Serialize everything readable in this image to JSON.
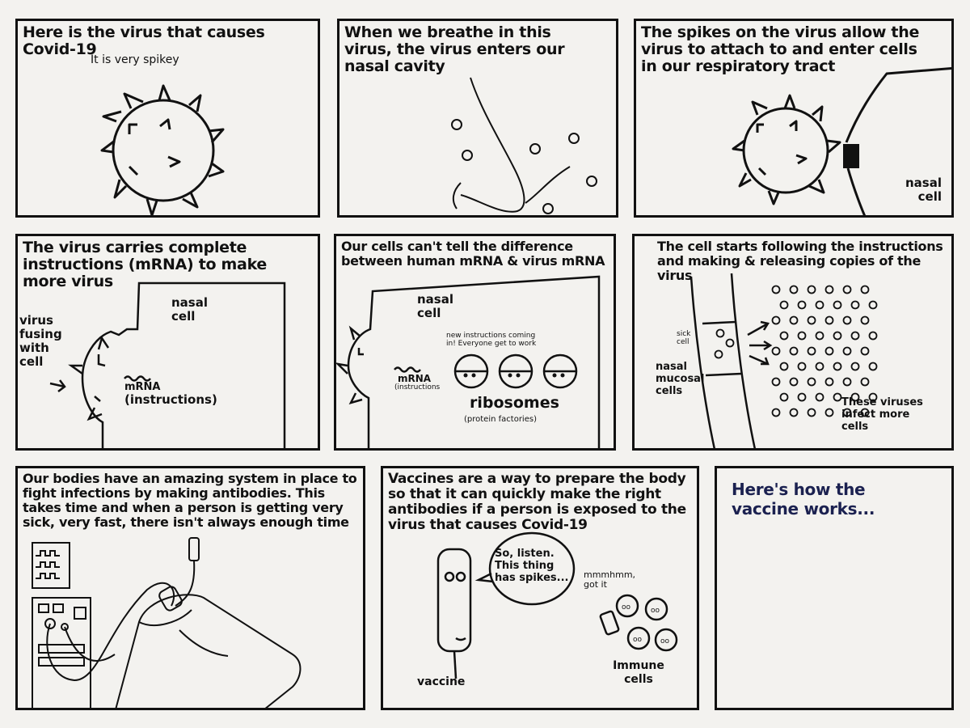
{
  "panels": [
    {
      "caption_1": "Here is the virus that causes Covid-19",
      "caption_2": "It is very spikey"
    },
    {
      "caption": "When we breathe in this virus, the virus enters our nasal cavity"
    },
    {
      "caption": "The spikes on the virus allow the virus to attach to and enter cells in our respiratory tract",
      "label_cell": "nasal cell"
    },
    {
      "caption": "The virus carries complete instructions (mRNA) to make more virus",
      "label_cell": "nasal cell",
      "label_virus": "virus fusing with cell",
      "label_mrna": "mRNA",
      "label_instructions": "(instructions)"
    },
    {
      "caption": "Our cells can't tell the difference between human mRNA & virus mRNA",
      "label_cell": "nasal cell",
      "label_mrna": "mRNA",
      "label_instructions": "(instructions",
      "speech": "new instructions coming in! Everyone get to work",
      "label_ribosomes": "ribosomes",
      "label_factories": "(protein factories)"
    },
    {
      "caption": "The cell starts following the instructions and making & releasing copies of the virus",
      "label_sick": "sick cell",
      "label_mucosal": "nasal mucosal cells",
      "label_infect": "These viruses infect more cells"
    },
    {
      "caption": "Our bodies have an amazing system in place to fight infections by making antibodies. This takes time and when a person is getting very sick, very fast, there isn't always enough time"
    },
    {
      "caption": "Vaccines are a way to prepare the body so that it can quickly make the right antibodies if a person is exposed to the virus that causes Covid-19",
      "speech_vaccine": "So, listen. This thing has spikes...",
      "speech_cells": "mmmhmm, got it",
      "label_vaccine": "vaccine",
      "label_immune": "Immune cells"
    },
    {
      "caption": "Here's how the vaccine works..."
    }
  ],
  "colors": {
    "ink": "#111111",
    "paper": "#f3f2ef",
    "navy": "#1b2150"
  }
}
